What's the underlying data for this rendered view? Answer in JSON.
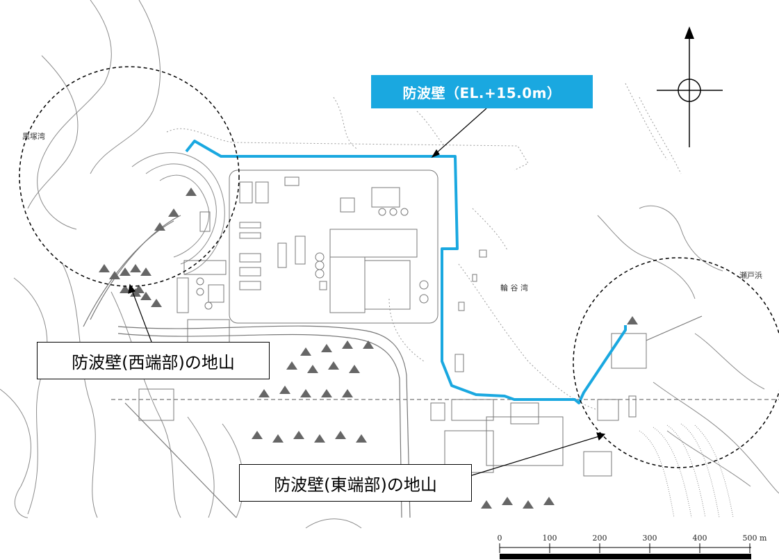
{
  "callouts": {
    "seawall": "防波壁（EL.+15.0m）",
    "west": "防波壁(西端部)の地山",
    "east": "防波壁(東端部)の地山"
  },
  "place_labels": {
    "west_bay": "黒塚湾",
    "center_bay": "輪 谷 湾",
    "east_bay": "瀬戸浜"
  },
  "scale_bar": {
    "ticks": [
      "0",
      "100",
      "200",
      "300",
      "400",
      "500 m"
    ]
  },
  "colors": {
    "seawall": "#1aa8e0",
    "linework": "#7a7a7a",
    "accent_text": "#ffffff"
  },
  "icons": {
    "north_arrow": "north-arrow-icon"
  }
}
